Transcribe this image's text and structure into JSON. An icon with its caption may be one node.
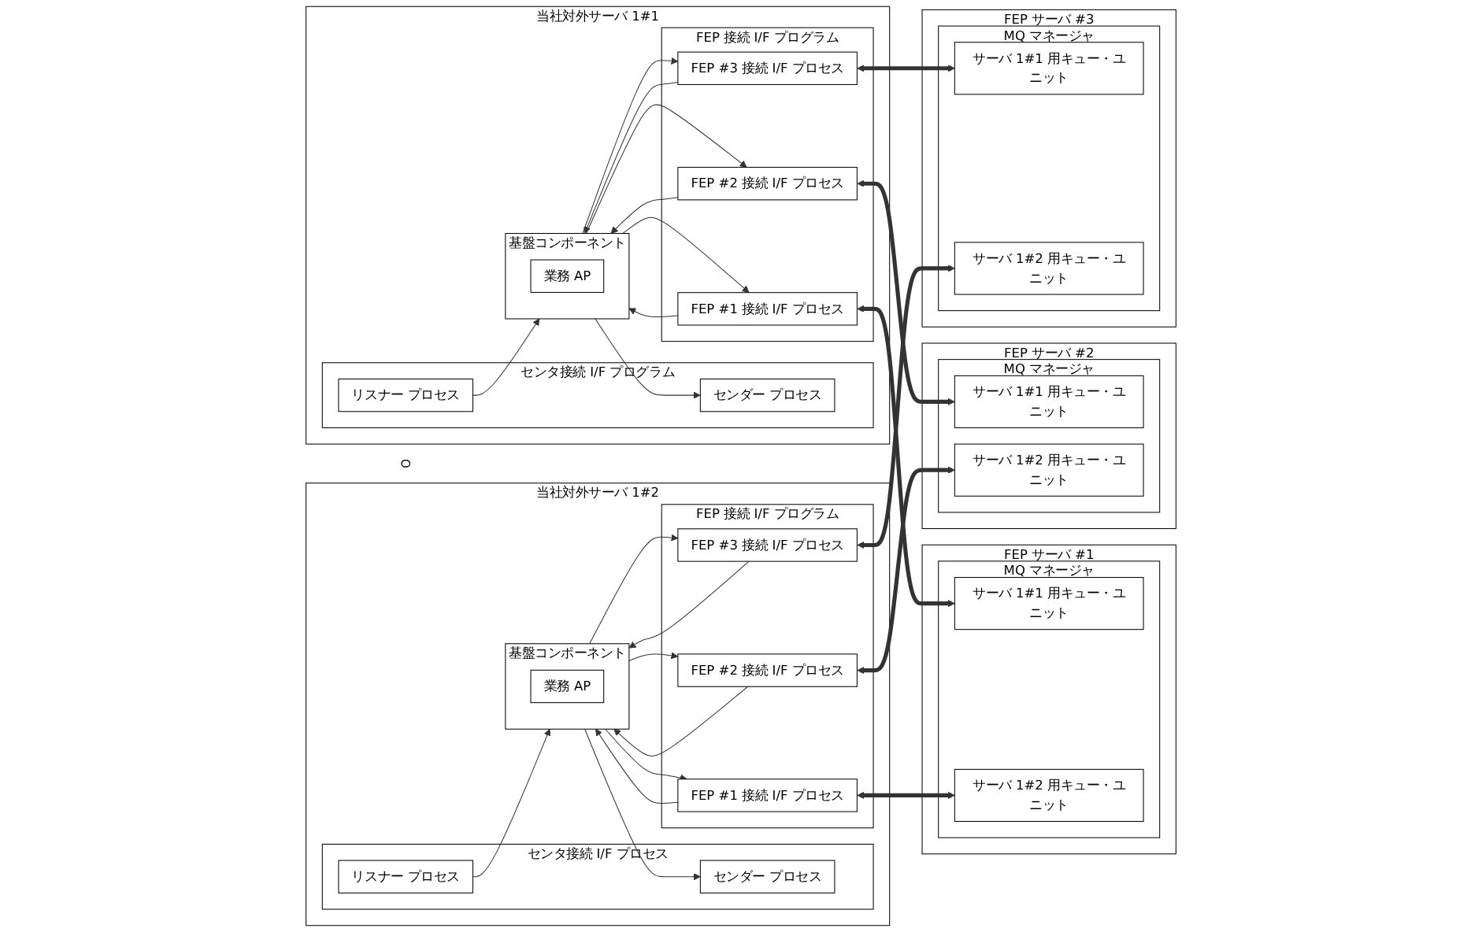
{
  "diagram": {
    "nodes": [
      {
        "text": [
          "当社対外サーバ 1#1"
        ]
      },
      {
        "text": [
          "センタ接続 I/F プログラム"
        ],
        "in": 0
      },
      {
        "text": [
          "リスナー プロセス"
        ],
        "in": 1
      },
      {
        "text": [
          "センダー プロセス"
        ],
        "in": 1
      },
      {
        "text": [
          "基盤コンポーネント"
        ],
        "in": 0
      },
      {
        "text": [
          "業務 AP"
        ],
        "in": 4
      },
      {
        "text": [
          "FEP 接続 I/F プログラム"
        ],
        "in": 0
      },
      {
        "text": [
          "FEP #1 接続 I/F プロセス"
        ],
        "in": 6
      },
      {
        "text": [
          "FEP #2 接続 I/F プロセス"
        ],
        "in": 6
      },
      {
        "text": [
          "FEP #3 接続 I/F プロセス"
        ],
        "in": 6
      },
      {
        "text": [],
        "shape": "ellipse"
      },
      {
        "text": [
          "当社対外サーバ 1#2"
        ]
      },
      {
        "text": [
          "センタ接続 I/F プロセス"
        ],
        "in": 11
      },
      {
        "text": [
          "リスナー プロセス"
        ],
        "in": 12
      },
      {
        "text": [
          "センダー プロセス"
        ],
        "in": 12
      },
      {
        "text": [
          "基盤コンポーネント"
        ],
        "in": 11
      },
      {
        "text": [
          "業務 AP"
        ],
        "in": 15
      },
      {
        "text": [
          "FEP 接続 I/F プログラム"
        ],
        "in": 11
      },
      {
        "text": [
          "FEP #1 接続 I/F プロセス"
        ],
        "in": 17
      },
      {
        "text": [
          "FEP #2 接続 I/F プロセス"
        ],
        "in": 17
      },
      {
        "text": [
          "FEP #3 接続 I/F プロセス"
        ],
        "in": 17
      },
      {
        "text": [
          "FEP サーバ #1"
        ]
      },
      {
        "text": [
          "MQ マネージャ"
        ],
        "in": 21
      },
      {
        "text": [
          "サーバ 1#1 用キュー・ユニット"
        ],
        "in": 22
      },
      {
        "text": [
          "サーバ 1#2 用キュー・ユニット"
        ],
        "in": 22
      },
      {
        "text": [
          "FEP サーバ #2"
        ]
      },
      {
        "text": [
          "MQ マネージャ"
        ],
        "in": 25
      },
      {
        "text": [
          "サーバ 1#1 用キュー・ユニット"
        ],
        "in": 26
      },
      {
        "text": [
          "サーバ 1#2 用キュー・ユニット"
        ],
        "in": 26
      },
      {
        "text": [
          "FEP サーバ #3"
        ]
      },
      {
        "text": [
          "MQ マネージャ"
        ],
        "in": 29
      },
      {
        "text": [
          "サーバ 1#1 用キュー・ユニット"
        ],
        "in": 30
      },
      {
        "text": [
          "サーバ 1#2 用キュー・ユニット"
        ],
        "in": 30
      }
    ],
    "edges": [
      {
        "from": 2,
        "to": 4,
        "arrow": "to"
      },
      {
        "from": 4,
        "to": 3,
        "arrow": "to"
      },
      {
        "from": 4,
        "to": 7,
        "arrow": "to"
      },
      {
        "from": 7,
        "to": 4,
        "arrow": "to"
      },
      {
        "from": 4,
        "to": 8,
        "arrow": "to"
      },
      {
        "from": 8,
        "to": 4,
        "arrow": "to"
      },
      {
        "from": 4,
        "to": 9,
        "arrow": "to"
      },
      {
        "from": 9,
        "to": 4,
        "arrow": "to"
      },
      {
        "from": 13,
        "to": 15,
        "arrow": "to"
      },
      {
        "from": 15,
        "to": 14,
        "arrow": "to"
      },
      {
        "from": 15,
        "to": 18,
        "arrow": "to"
      },
      {
        "from": 18,
        "to": 15,
        "arrow": "to"
      },
      {
        "from": 15,
        "to": 19,
        "arrow": "to"
      },
      {
        "from": 19,
        "to": 15,
        "arrow": "to"
      },
      {
        "from": 15,
        "to": 20,
        "arrow": "to"
      },
      {
        "from": 20,
        "to": 15,
        "arrow": "to"
      },
      {
        "from": 7,
        "to": 23,
        "arrow": "both",
        "style": "thick"
      },
      {
        "from": 8,
        "to": 27,
        "arrow": "both",
        "style": "thick"
      },
      {
        "from": 9,
        "to": 31,
        "arrow": "both",
        "style": "thick"
      },
      {
        "from": 18,
        "to": 24,
        "arrow": "both",
        "style": "thick"
      },
      {
        "from": 19,
        "to": 28,
        "arrow": "both",
        "style": "thick"
      },
      {
        "from": 20,
        "to": 32,
        "arrow": "both",
        "style": "thick"
      }
    ]
  }
}
